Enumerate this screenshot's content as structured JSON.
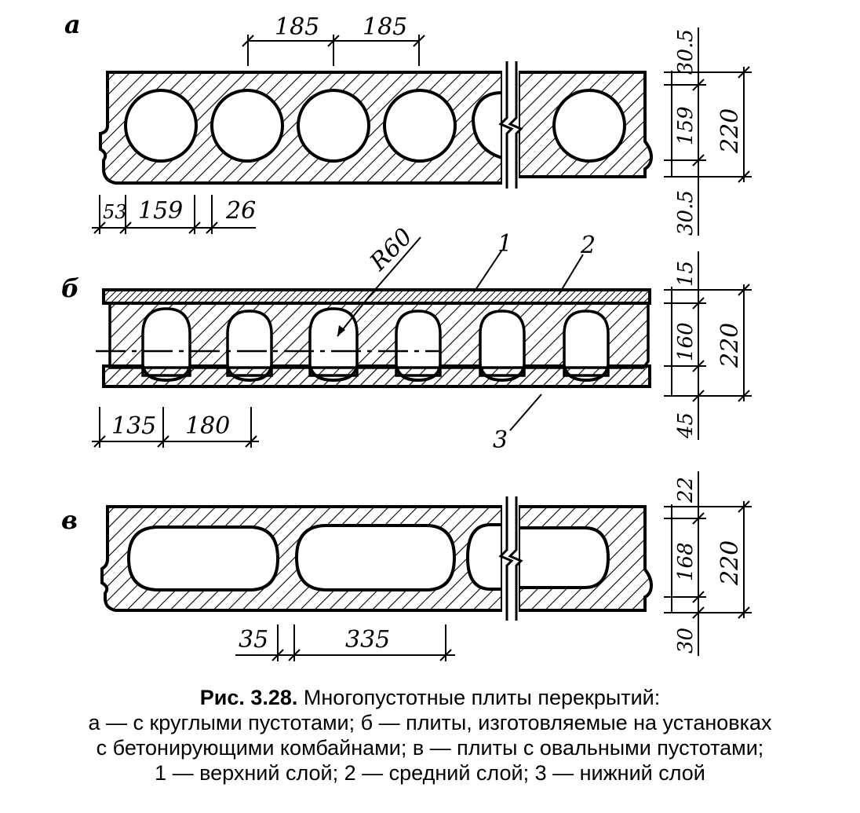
{
  "sections": {
    "a": {
      "label": "а",
      "dims": {
        "top_pitch_1": "185",
        "top_pitch_2": "185",
        "edge": "53",
        "void": "159",
        "rib": "26",
        "right_top": "30.5",
        "right_void": "159",
        "right_bottom": "30.5",
        "total": "220"
      }
    },
    "b": {
      "label": "б",
      "callouts": {
        "radius": "R60",
        "layer1": "1",
        "layer2": "2",
        "layer3": "3"
      },
      "dims": {
        "edge": "135",
        "pitch": "180",
        "right_top": "15",
        "right_mid": "160",
        "right_bottom": "45",
        "total": "220"
      }
    },
    "c": {
      "label": "в",
      "dims": {
        "rib": "35",
        "void": "335",
        "right_top": "22",
        "right_void": "168",
        "right_bottom": "30",
        "total": "220"
      }
    }
  },
  "caption": {
    "title": "Рис. 3.28.",
    "line1_rest": " Многопустотные плиты перекрытий:",
    "line2": "а — с круглыми пустотами; б — плиты, изготовляемые на установках",
    "line3": "с бетонирующими комбайнами; в — плиты с овальными пустотами;",
    "line4": "1 — верхний слой; 2 — средний слой; 3 — нижний слой"
  }
}
